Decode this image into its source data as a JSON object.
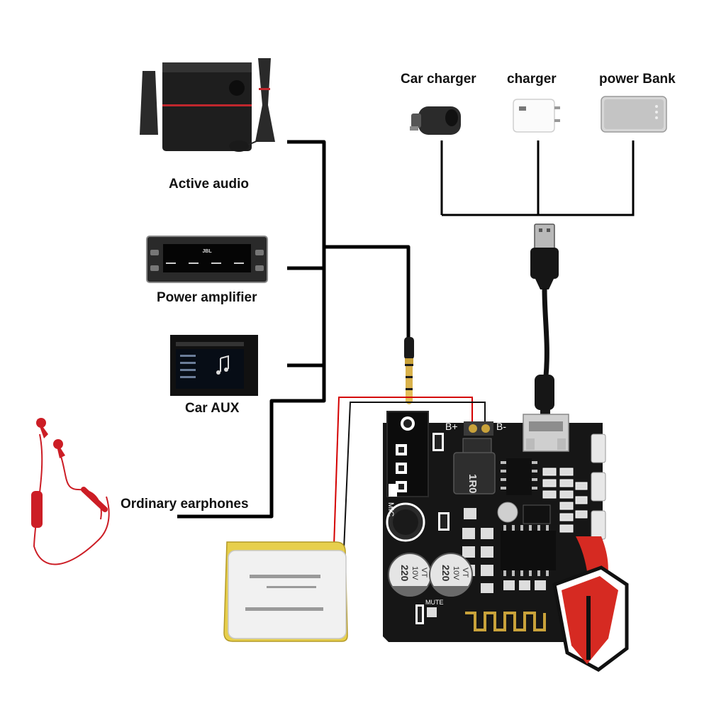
{
  "devices": {
    "active_audio": "Active audio",
    "power_amplifier": "Power amplifier",
    "car_aux": "Car AUX",
    "ordinary_earphones": "Ordinary earphones"
  },
  "power_sources": {
    "car_charger": "Car charger",
    "charger": "charger",
    "power_bank": "power Bank"
  },
  "board": {
    "b_plus": "B+",
    "b_minus": "B-",
    "mic": "MIC",
    "mute": "MUTE",
    "inductor_code": "1R0",
    "cap_1": "220",
    "cap_2": "220",
    "cap_voltage": "10V",
    "cap_series": "VT"
  },
  "screens": {
    "amp_brand": "JBL"
  },
  "colors": {
    "wire": "#000000",
    "battery_red_lead": "#d40000",
    "pcb": "#161616",
    "earphone_red": "#cc1d25",
    "logo_red": "#d62a22"
  }
}
